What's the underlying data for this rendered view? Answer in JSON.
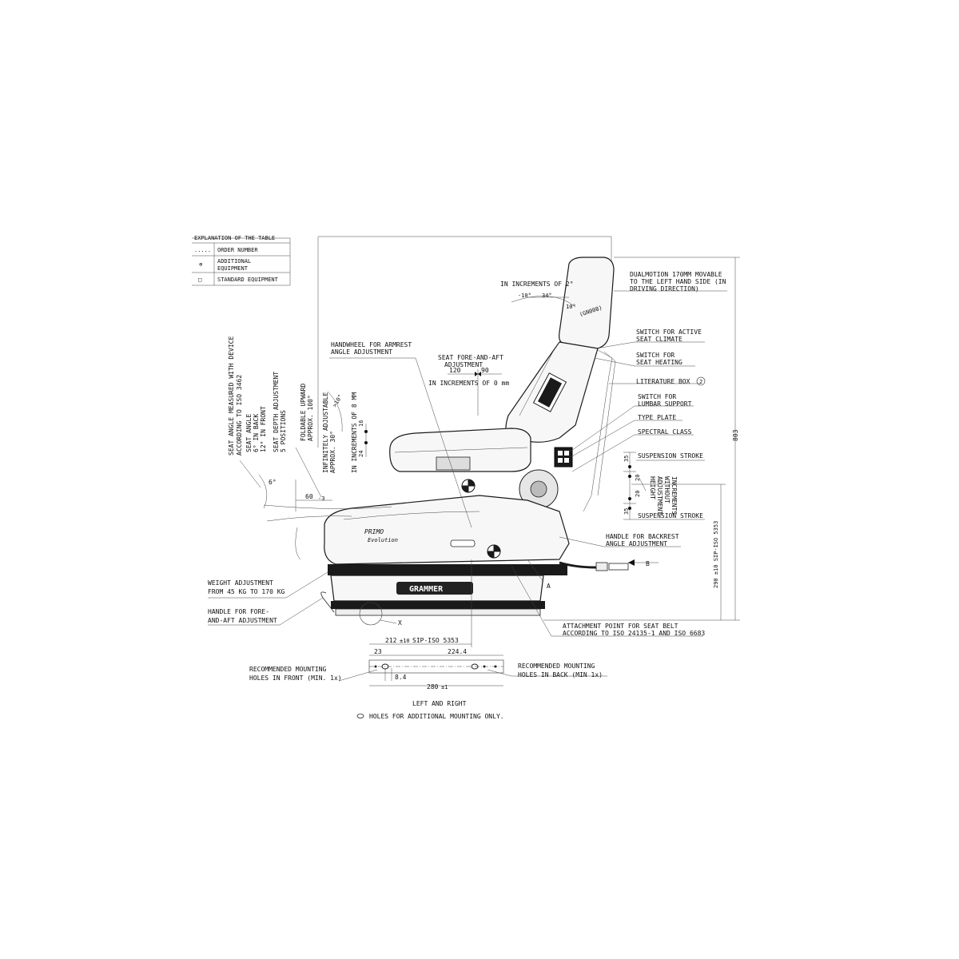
{
  "legend": {
    "header": "EXPLANATION OF THE TABLE",
    "rows": [
      {
        "symbol": ".....",
        "label": "ORDER NUMBER"
      },
      {
        "symbol": "⊕",
        "label_1": "ADDITIONAL",
        "label_2": "EQUIPMENT"
      },
      {
        "symbol": "□",
        "label": "STANDARD EQUIPMENT"
      }
    ]
  },
  "callouts": {
    "dualmotion": [
      "DUALMOTION 170MM MOVABLE",
      "TO THE LEFT HAND SIDE (IN",
      "DRIVING DIRECTION)"
    ],
    "climate": [
      "SWITCH FOR ACTIVE",
      "SEAT CLIMATE"
    ],
    "heating": [
      "SWITCH FOR",
      "SEAT HEATING"
    ],
    "literature": "LITERATURE BOX",
    "literature_num": "2",
    "lumbar": [
      "SWITCH FOR",
      "LUMBAR SUPPORT"
    ],
    "type_plate": "TYPE PLATE",
    "spectral": "SPECTRAL CLASS",
    "susp_top": "SUSPENSION STROKE",
    "susp_bottom": "SUSPENSION STROKE",
    "handwheel": [
      "HANDWHEEL FOR ARMREST",
      "ANGLE ADJUSTMENT"
    ],
    "fore_aft": [
      "SEAT FORE-AND-AFT",
      "ADJUSTMENT"
    ],
    "fore_aft_incr": "IN INCREMENTS OF 0 mm",
    "backrest_handle": [
      "HANDLE FOR BACKREST",
      "ANGLE ADJUSTMENT"
    ],
    "weight": [
      "WEIGHT ADJUSTMENT",
      "FROM 45 KG TO 170 KG"
    ],
    "handle_fore_aft": [
      "HANDLE FOR FORE-",
      "AND-AFT ADJUSTMENT"
    ],
    "seat_belt": [
      "ATTACHMENT POINT FOR SEAT BELT",
      "ACCORDING TO ISO 24135-1 AND ISO 6683"
    ],
    "mount_front": [
      "RECOMMENDED MOUNTING",
      "HOLES IN FRONT (MIN. 1x)"
    ],
    "mount_back": [
      "RECOMMENDED MOUNTING",
      "HOLES IN BACK (MIN 1x)"
    ],
    "left_right": "LEFT AND RIGHT",
    "holes_note": "HOLES FOR ADDITIONAL MOUNTING ONLY.",
    "backrest_incr": "IN INCREMENTS OF 2°",
    "height_adj": [
      "HEIGHT",
      "ADJUSTMENT",
      "WITHOUT",
      "INCREMENTS"
    ]
  },
  "vertical_labels": {
    "seat_angle_device": [
      "SEAT ANGLE MEASURED WITH DEVICE",
      "ACCORDING TO ISO 3462"
    ],
    "seat_angle": [
      "SEAT ANGLE",
      "6° IN BACK",
      "12° IN FRONT"
    ],
    "seat_depth": [
      "SEAT DEPTH ADJUSTMENT",
      "5 POSITIONS"
    ],
    "foldable": [
      "FOLDABLE UPWARD",
      "APPROX. 100°"
    ],
    "infinitely": [
      "INFINITELY ADJUSTABLE",
      "APPROX. 30°"
    ],
    "increments_8": "IN INCREMENTS OF 8 MM"
  },
  "dimensions": {
    "d120": "120",
    "d90": "90",
    "dm10": "-10°",
    "d34": "34°",
    "d10": "10°",
    "d6": "6°",
    "d60": "60",
    "dm3": "-3",
    "d10b": ">10°",
    "d16": "16",
    "d24": "24",
    "d35a": "35",
    "d20a": "20",
    "d20b": "20",
    "d35b": "35",
    "d803": "803",
    "d290": "290 ±10 SIP-ISO 5353",
    "d212": "212",
    "d212tol": "±10",
    "d212std": "SIP-ISO 5353",
    "d23": "23",
    "d224": "224.4",
    "d84": "8.4",
    "d280": "280",
    "d280tol": "±1"
  },
  "markers": {
    "A": "A",
    "B": "B",
    "X": "X"
  },
  "branding": {
    "backrest_tag": "(GN008)",
    "model_1": "PRIMO",
    "model_2": "Evolution",
    "brand": "GRAMMER"
  }
}
